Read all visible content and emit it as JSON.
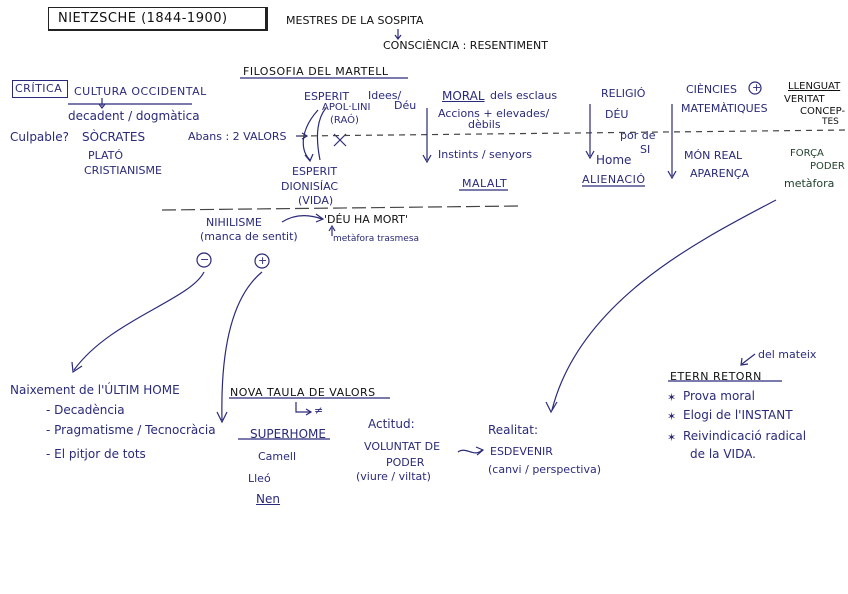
{
  "header": {
    "title": "NIETZSCHE (1844-1900)",
    "mestres": "MESTRES DE LA SOSPITA",
    "consciencia": "CONSCIÈNCIA : RESENTIMENT"
  },
  "filosofia": "FILOSOFIA DEL MARTELL",
  "critica": {
    "label": "CRÍTICA",
    "cultura": "CULTURA OCCIDENTAL",
    "decadent": "decadent / dogmàtica",
    "culpable": "Culpable?",
    "socrates": "SÒCRATES",
    "plato": "PLATÓ",
    "cristianisme": "CRISTIANISME"
  },
  "abans": "Abans : 2 VALORS",
  "esperit": {
    "apolini": "ESPERIT",
    "apolini_2": "APOL·LINI",
    "apolini_3": "(RAÓ)",
    "idees": "Idees/",
    "deu": "Déu",
    "dionisiac": "ESPERIT",
    "dionisiac_2": "DIONISÍAC",
    "dionisiac_3": "(VIDA)"
  },
  "moral": {
    "title": "MORAL",
    "esclaus": "dels esclaus",
    "accions": "Accions + elevades/",
    "debils": "dèbils",
    "instints": "Instints / senyors",
    "malalt": "MALALT"
  },
  "religio": {
    "title": "RELIGIÓ",
    "deu": "DÉU",
    "home": "Home",
    "por": "por de",
    "si": "SI",
    "alienacio": "ALIENACIÓ"
  },
  "ciencies": {
    "title": "CIÈNCIES",
    "plus": "+",
    "matematiques": "MATEMÀTIQUES",
    "mon_real": "MÓN REAL",
    "aparenca": "APARENÇA"
  },
  "llenguatge": {
    "title": "LLENGUAT",
    "veritat": "VERITAT",
    "conceptes": "CONCEP-",
    "tes": "TES",
    "forca": "FORÇA",
    "poder": "PODER",
    "metafora": "metàfora"
  },
  "nihilisme": {
    "title": "NIHILISME",
    "sub": "(manca de sentit)",
    "deu_mort": "'DÉU HA MORT'",
    "metafora": "metàfora trasmesa",
    "minus": "−",
    "plus": "+"
  },
  "naixement": {
    "title": "Naixement de l'ÚLTIM HOME",
    "items": [
      "- Decadència",
      "- Pragmatisme / Tecnocràcia",
      "- El pitjor de tots"
    ]
  },
  "nova_taula": {
    "title": "NOVA TAULA DE VALORS",
    "neq": "≠",
    "superhome": "SUPERHOME",
    "camell": "Camell",
    "lleo": "Lleó",
    "nen": "Nen"
  },
  "actitud": {
    "title": "Actitud:",
    "voluntat": "VOLUNTAT DE",
    "poder": "PODER",
    "viure": "(viure / viltat)"
  },
  "realitat": {
    "title": "Realitat:",
    "esdevenir": "ESDEVENIR",
    "canvi": "(canvi / perspectiva)"
  },
  "etern": {
    "del_mateix": "del mateix",
    "title": "ETERN RETORN",
    "items": [
      "Prova moral",
      "Elogi de l'INSTANT",
      "Reivindicació radical",
      "de la VIDA."
    ],
    "stars": [
      "✶",
      "✶",
      "✶"
    ]
  }
}
